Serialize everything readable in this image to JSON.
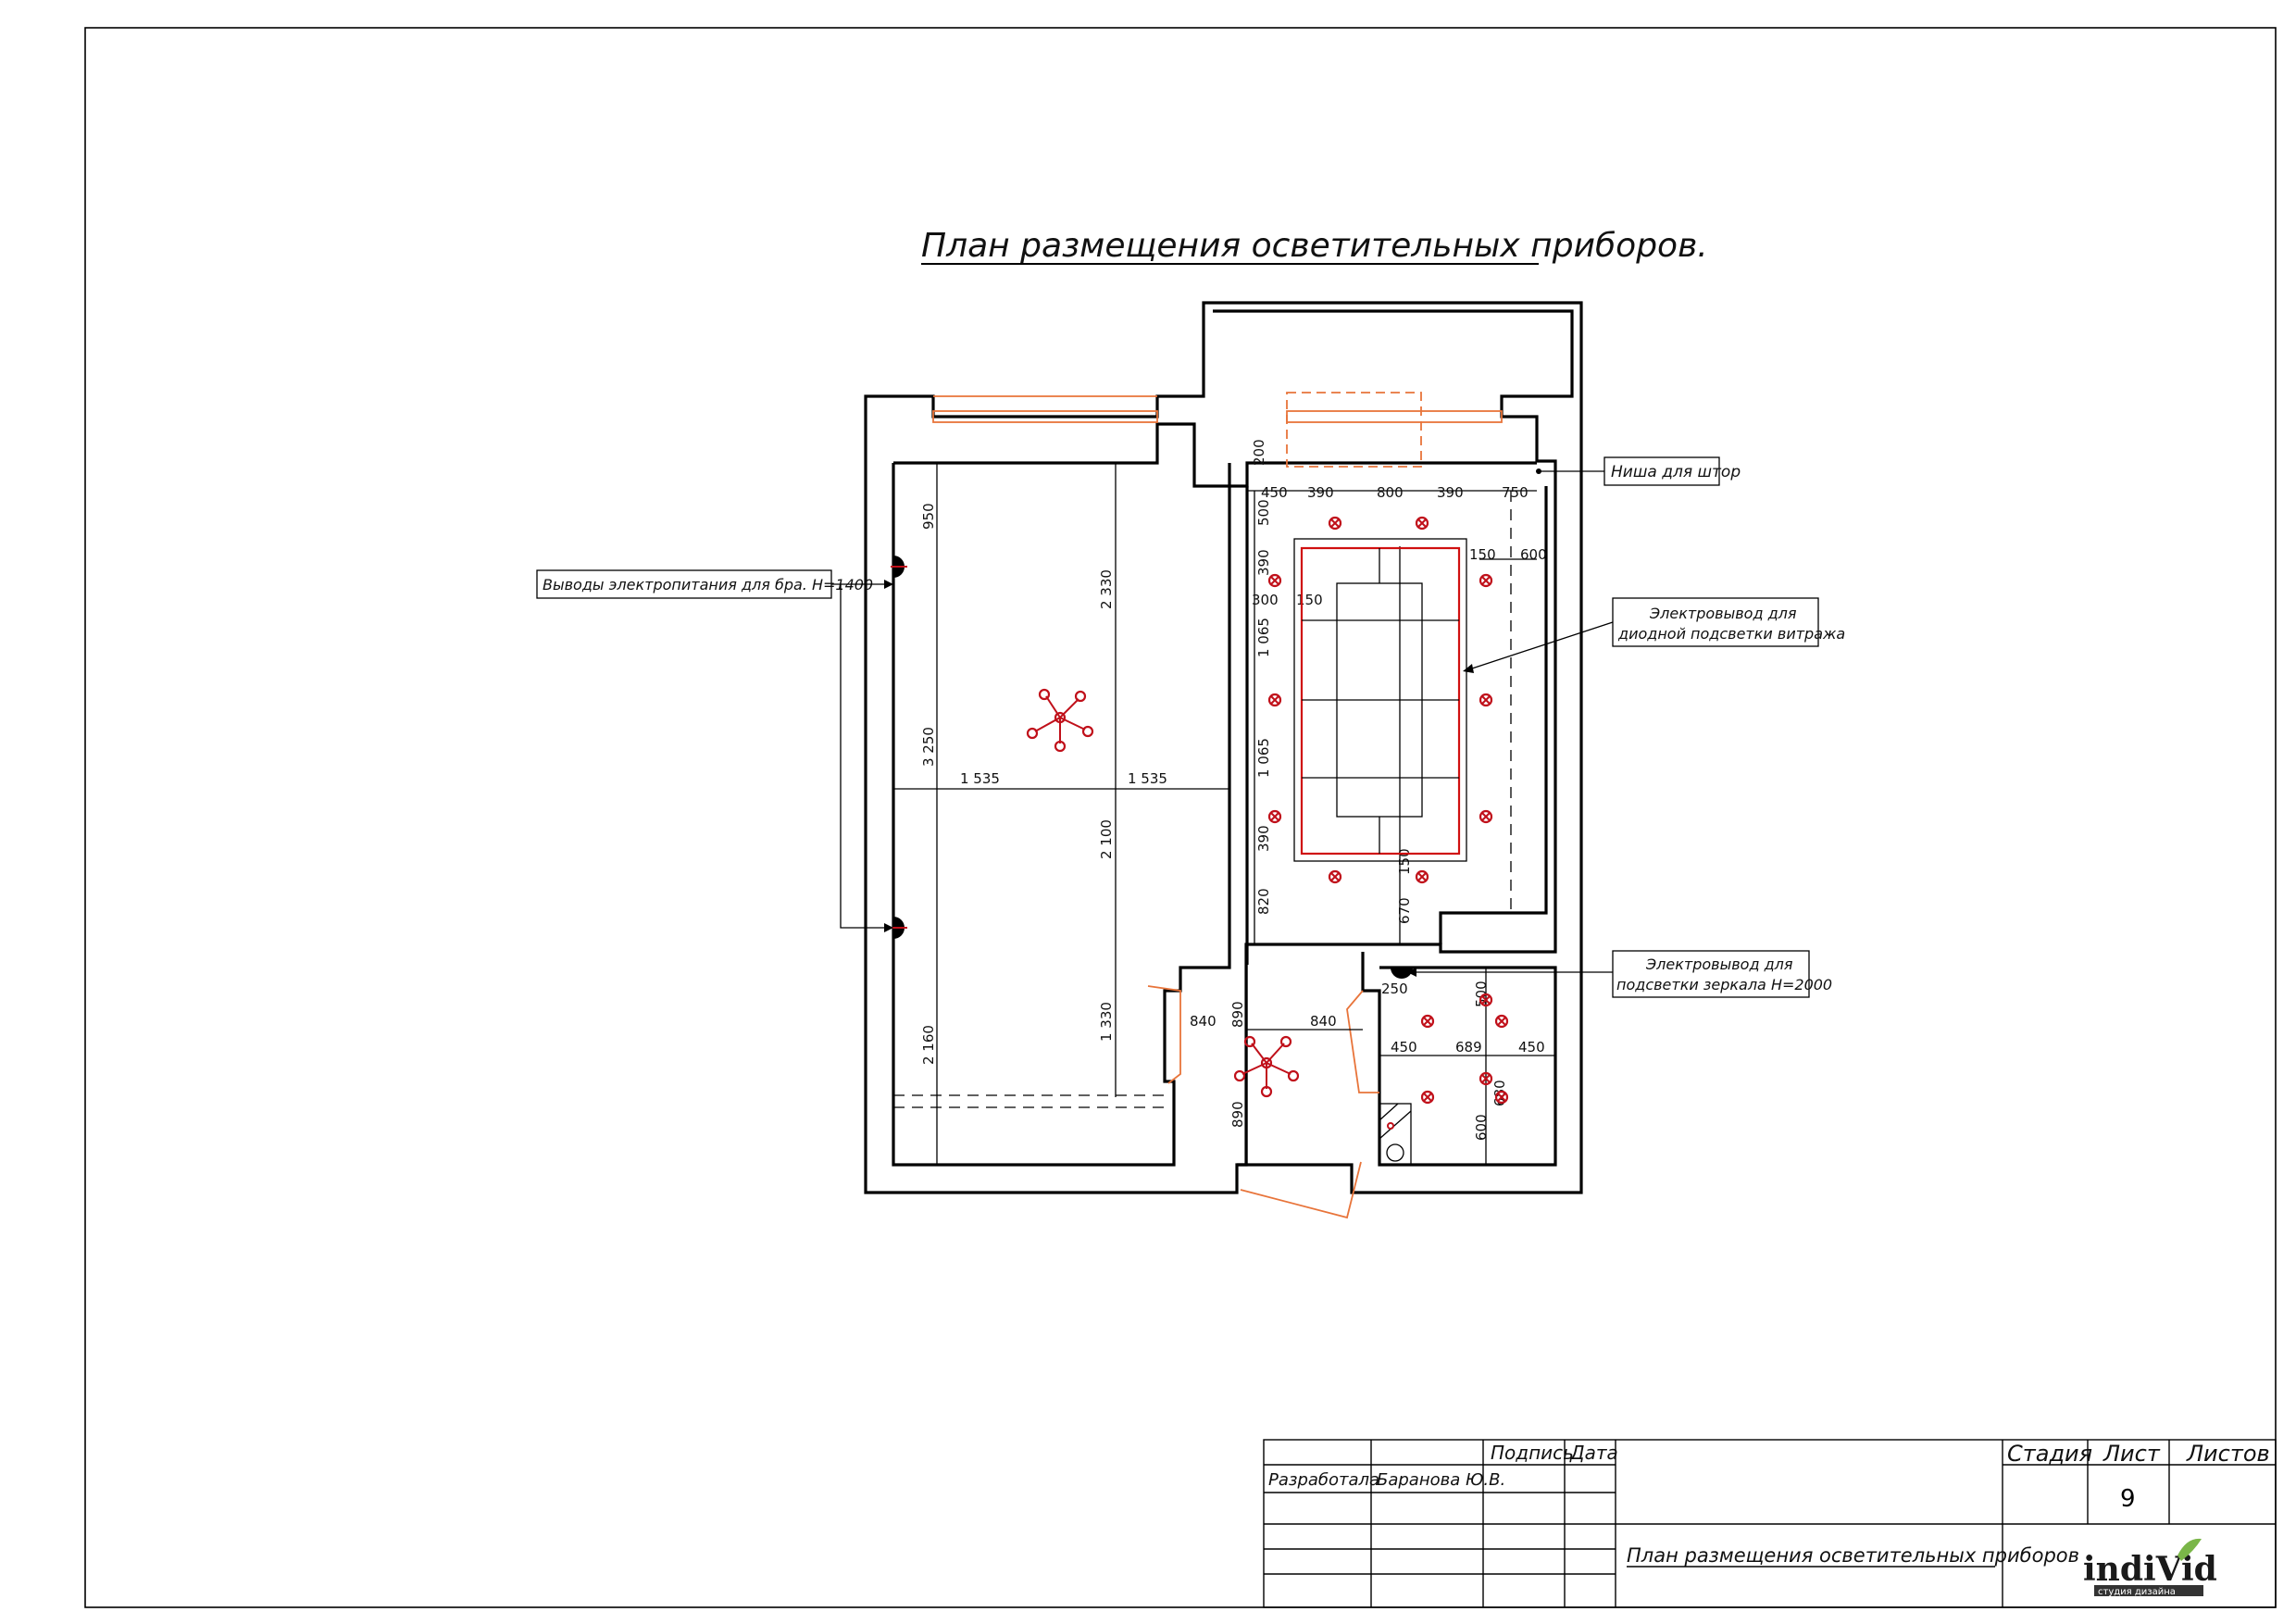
{
  "title": "План размещения осветительных приборов.",
  "labels": {
    "curtain_niche": "Ниша для штор",
    "sconce_outlets": "Выводы электропитания для бра. Н=1400",
    "stained_glass_line1": "Электровывод для",
    "stained_glass_line2": "диодной подсветки витража",
    "mirror_line1": "Электровывод для",
    "mirror_line2": "подсветки зеркала Н=2000"
  },
  "dimensions": {
    "d200": "200",
    "d450": "450",
    "d390a": "390",
    "d800": "800",
    "d390b": "390",
    "d750": "750",
    "d500": "500",
    "d390c": "390",
    "d300": "300",
    "d150a": "150",
    "d150b": "150",
    "d600": "600",
    "d1065a": "1 065",
    "d1065b": "1 065",
    "d390d": "390",
    "d150c": "150",
    "d820": "820",
    "d670": "670",
    "d950": "950",
    "d2330": "2 330",
    "d3250": "3 250",
    "d1535a": "1 535",
    "d1535b": "1 535",
    "d2100": "2 100",
    "d1330": "1 330",
    "d2160": "2 160",
    "d840a": "840",
    "d890a": "890",
    "d840b": "840",
    "d890b": "890",
    "d250": "250",
    "d500b": "500",
    "d450b": "450",
    "d689": "689",
    "d450c": "450",
    "d680": "680",
    "d600b": "600"
  },
  "title_block": {
    "col_signature": "Подпись",
    "col_date": "Дата",
    "role_developer": "Разработала",
    "developer_name": "Баранова Ю.В.",
    "col_stage": "Стадия",
    "col_sheet": "Лист",
    "col_sheets": "Листов",
    "sheet_number": "9",
    "drawing_name": "План размещения осветительных приборов",
    "logo_text": "indiVid",
    "logo_sub": "студия дизайна"
  },
  "colors": {
    "wall": "#000000",
    "window": "#e8743a",
    "lamp": "#c0101a",
    "led_strip": "#d01010"
  }
}
